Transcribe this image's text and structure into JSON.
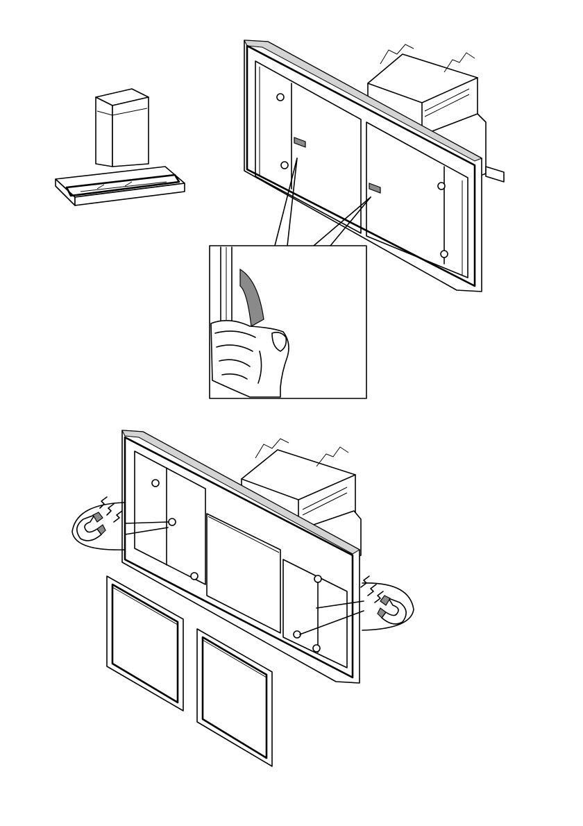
{
  "figure": {
    "panels": [
      "hood-overview",
      "remove-protective-film",
      "magnetic-grease-filters"
    ],
    "colors": {
      "line": "#000000",
      "background": "#ffffff",
      "tape": "#8a8a8a",
      "rim": "#d4d4d4"
    },
    "icons": [
      "hand-icon",
      "magnet-icon",
      "magnet-icon",
      "grease-filter-icon",
      "grease-filter-icon"
    ]
  }
}
